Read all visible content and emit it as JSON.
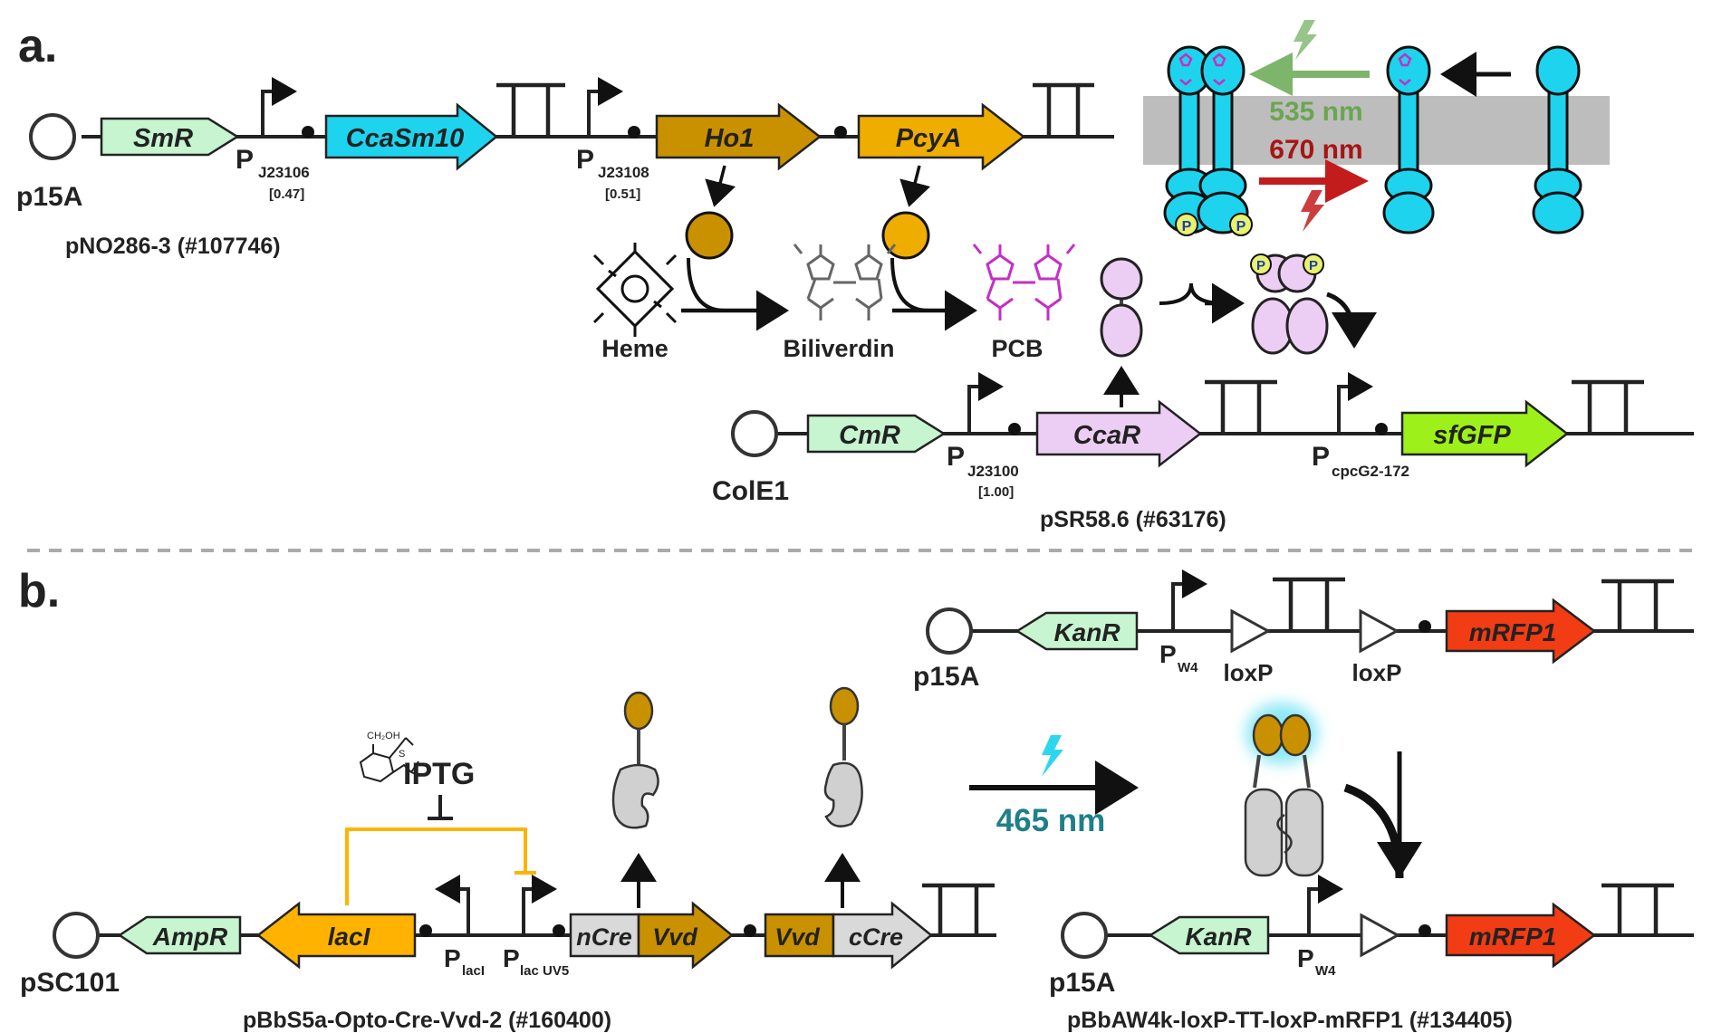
{
  "panel_a": {
    "label": "a.",
    "plasmid1": {
      "ori": "p15A",
      "name": "pNO286-3 (#107746)",
      "genes": {
        "smr": "SmR",
        "ccasm10": "CcaSm10",
        "ho1": "Ho1",
        "pcya": "PcyA"
      },
      "promoters": [
        {
          "main": "P",
          "sub": "J23106",
          "strength": "[0.47]"
        },
        {
          "main": "P",
          "sub": "J23108",
          "strength": "[0.51]"
        }
      ]
    },
    "pathway": {
      "heme": "Heme",
      "biliverdin": "Biliverdin",
      "pcb": "PCB"
    },
    "light": {
      "green": "535 nm",
      "red": "670 nm",
      "phospho": "P"
    },
    "plasmid2": {
      "ori": "ColE1",
      "name": "pSR58.6 (#63176)",
      "genes": {
        "cmr": "CmR",
        "ccar": "CcaR",
        "sfgfp": "sfGFP"
      },
      "promoters": [
        {
          "main": "P",
          "sub": "J23100",
          "strength": "[1.00]"
        },
        {
          "main": "P",
          "sub": "cpcG2-172"
        }
      ]
    }
  },
  "panel_b": {
    "label": "b.",
    "reporter_top": {
      "ori": "p15A",
      "genes": {
        "kanr": "KanR",
        "mrfp1": "mRFP1"
      },
      "promoter": {
        "main": "P",
        "sub": "W4"
      },
      "loxp1": "loxP",
      "loxp2": "loxP"
    },
    "inducer": {
      "name": "IPTG",
      "struct_label": "CH₂OH",
      "s_label": "S"
    },
    "light": {
      "blue": "465 nm"
    },
    "opto_plasmid": {
      "ori": "pSC101",
      "name": "pBbS5a-Opto-Cre-Vvd-2 (#160400)",
      "genes": {
        "ampr": "AmpR",
        "laci": "lacI",
        "ncre": "nCre",
        "vvd1": "Vvd",
        "vvd2": "Vvd",
        "ccre": "cCre"
      },
      "promoters": [
        {
          "main": "P",
          "sub": "lacI"
        },
        {
          "main": "P",
          "sub": "lac UV5"
        }
      ]
    },
    "reporter_bottom": {
      "ori": "p15A",
      "name": "pBbAW4k-loxP-TT-loxP-mRFP1 (#134405)",
      "genes": {
        "kanr": "KanR",
        "mrfp1": "mRFP1"
      },
      "promoter": {
        "main": "P",
        "sub": "W4"
      }
    }
  },
  "colors": {
    "resistance": "#c6f5cf",
    "ccas": "#1ed3ee",
    "ho1": "#c99100",
    "pcya": "#efad00",
    "ccar": "#eccdf3",
    "sfgfp": "#9df01a",
    "mrfp1": "#f23c14",
    "laci": "#ffb300",
    "vvd": "#c99100",
    "cre": "#d9d9d9",
    "pcb": "#c42fc4",
    "green_light": "#7db56a",
    "red_light": "#c31c1c",
    "blue_light": "#2dd6f0"
  }
}
